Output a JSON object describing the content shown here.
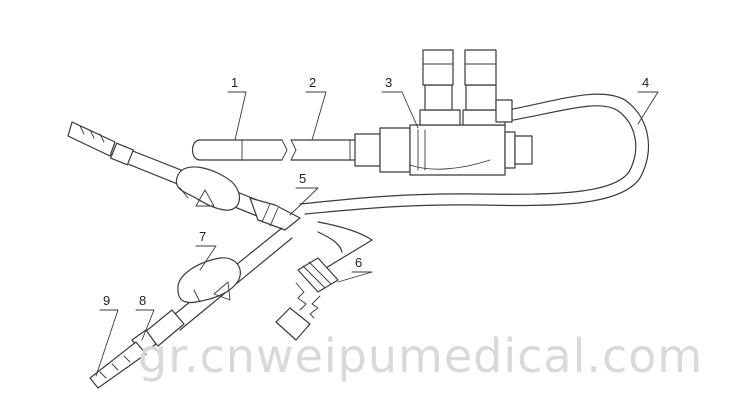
{
  "callouts": [
    {
      "id": "1",
      "label": "1"
    },
    {
      "id": "2",
      "label": "2"
    },
    {
      "id": "3",
      "label": "3"
    },
    {
      "id": "4",
      "label": "4"
    },
    {
      "id": "5",
      "label": "5"
    },
    {
      "id": "6",
      "label": "6"
    },
    {
      "id": "7",
      "label": "7"
    },
    {
      "id": "8",
      "label": "8"
    },
    {
      "id": "9",
      "label": "9"
    }
  ],
  "watermark": "gr.cnweipumedical.com",
  "colors": {
    "line": "#3a3a3a",
    "watermark": "#d9d9d9",
    "background": "#ffffff"
  }
}
